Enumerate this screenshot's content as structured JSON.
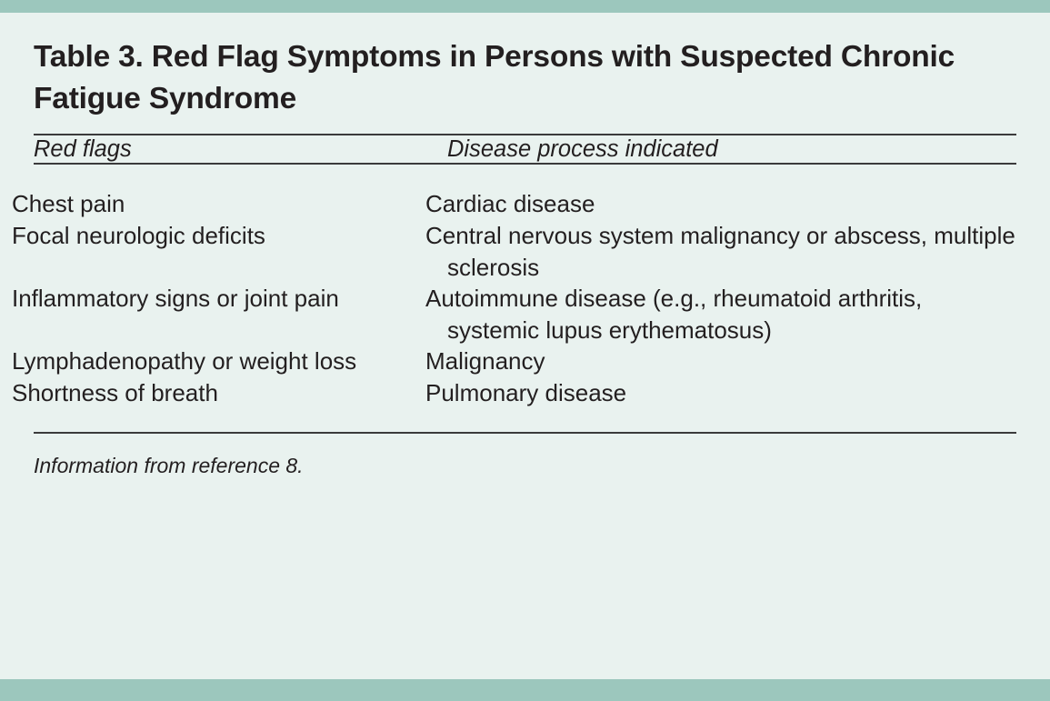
{
  "colors": {
    "band": "#9cc7bd",
    "background": "#e9f2ef",
    "text": "#231f20",
    "rule": "#3b3b3b"
  },
  "table": {
    "title": "Table 3. Red Flag Symptoms in Persons with Suspected Chronic Fatigue Syndrome",
    "headers": {
      "col1": "Red flags",
      "col2": "Disease process indicated"
    },
    "rows": [
      {
        "red_flag": "Chest pain",
        "disease_process": "Cardiac disease"
      },
      {
        "red_flag": "Focal neurologic deficits",
        "disease_process": "Central nervous system malignancy or abscess, multiple sclerosis"
      },
      {
        "red_flag": "Inflammatory signs or joint pain",
        "disease_process": "Autoimmune disease (e.g., rheumatoid arthritis, systemic lupus erythematosus)"
      },
      {
        "red_flag": "Lymphadenopathy or weight loss",
        "disease_process": "Malignancy"
      },
      {
        "red_flag": "Shortness of breath",
        "disease_process": "Pulmonary disease"
      }
    ],
    "footnote": "Information from reference 8."
  }
}
